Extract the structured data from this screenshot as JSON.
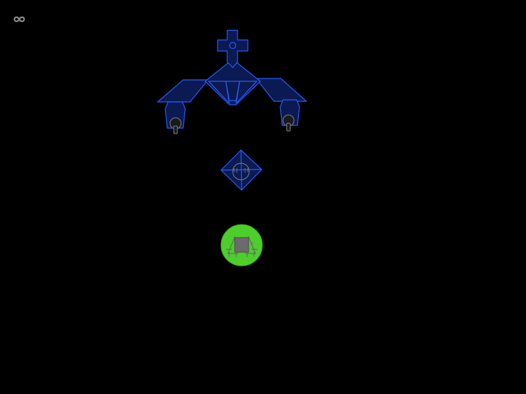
{
  "hud": {
    "lives_icon": "infinity-icon",
    "lives_icon_color": "#8a8a8a"
  },
  "boss": {
    "name": "boss-warship",
    "icon": "boss-ship",
    "fill_color": "#0b1a52",
    "stroke_color": "#2a5cff",
    "turret_color": "#6b7280"
  },
  "drone": {
    "icon": "diamond-drone",
    "fill_color": "#0b1a52",
    "stroke_color": "#2a5cff"
  },
  "player": {
    "icon": "player-ship",
    "shield_color": "#4ccf2a",
    "ship_color": "#6b6b6b"
  }
}
